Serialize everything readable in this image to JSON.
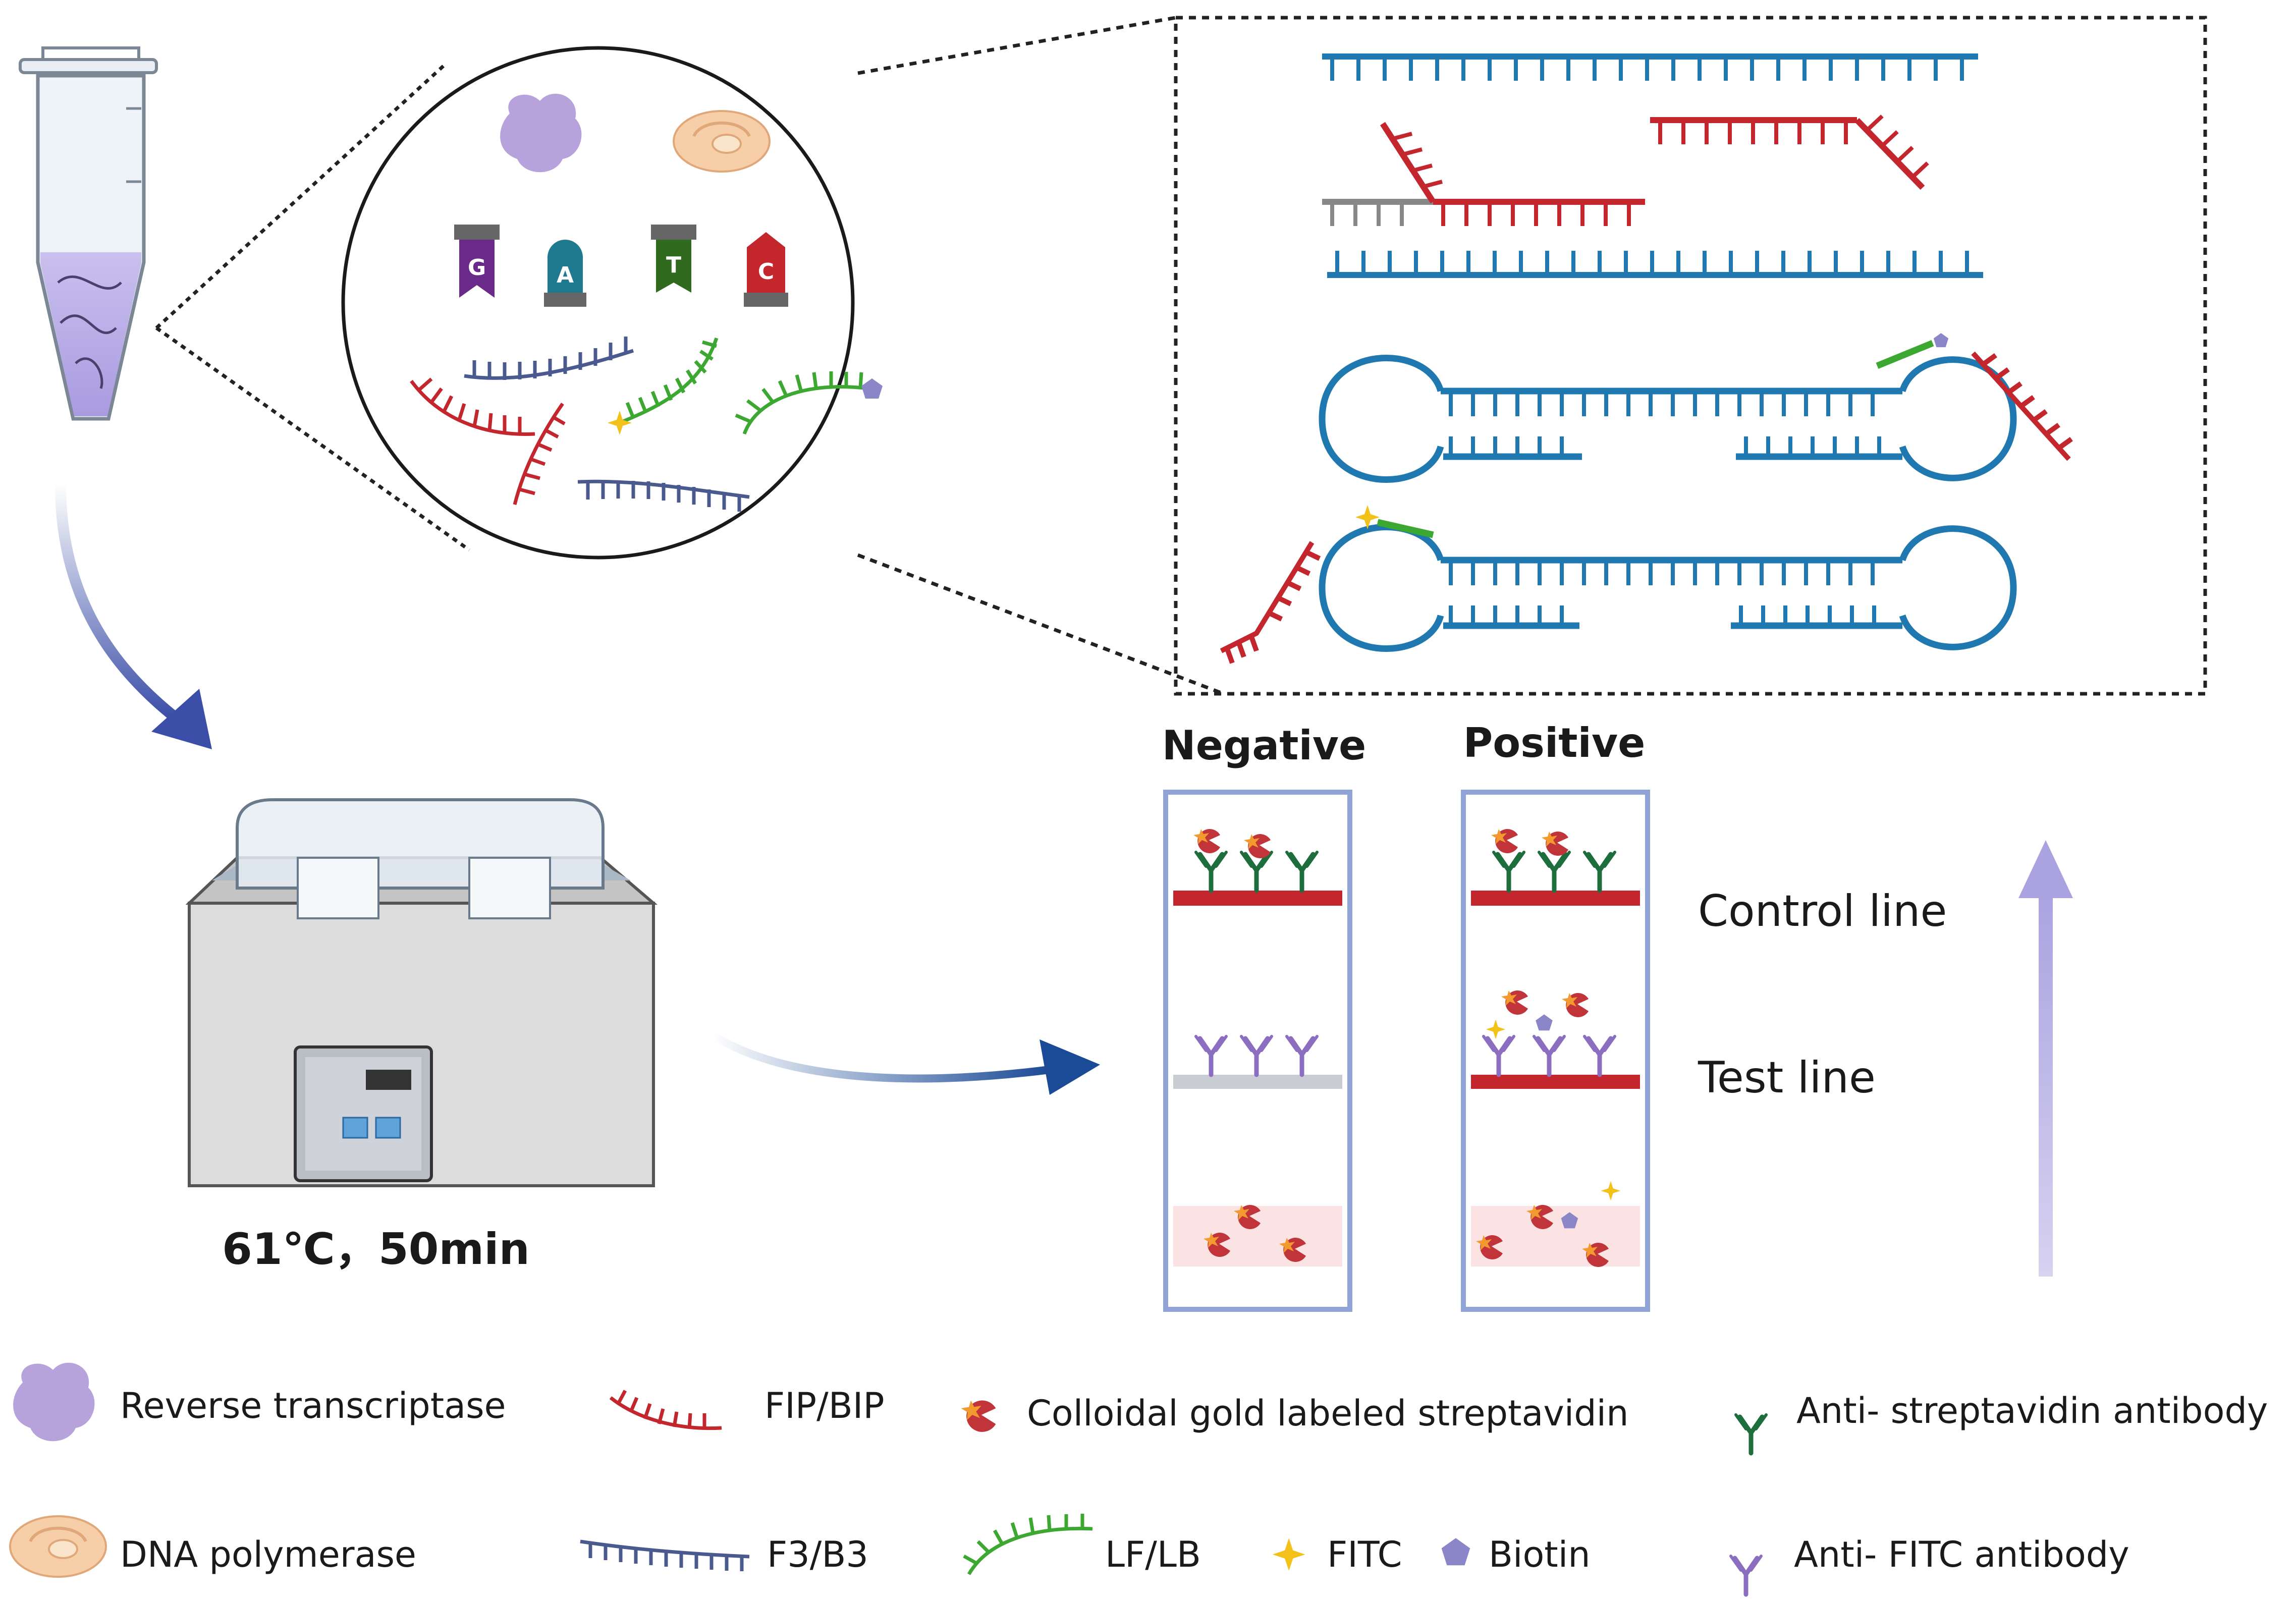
{
  "nucleotides": [
    "G",
    "A",
    "T",
    "C"
  ],
  "incubation": {
    "label": "61℃，50min"
  },
  "strips": {
    "negative_label": "Negative",
    "positive_label": "Positive"
  },
  "lines": {
    "control": "Control line",
    "test": "Test line"
  },
  "legend": {
    "reverse_transcriptase": "Reverse transcriptase",
    "fip_bip": "FIP/BIP",
    "colloidal_gold": "Colloidal gold labeled streptavidin",
    "anti_streptavidin": "Anti- streptavidin antibody",
    "dna_polymerase": "DNA polymerase",
    "f3_b3": "F3/B3",
    "lf_lb": "LF/LB",
    "fitc": "FITC",
    "biotin": "Biotin",
    "anti_fitc": "Anti- FITC antibody"
  },
  "colors": {
    "dna_blue": "#1f78b0",
    "primer_red": "#c4262e",
    "primer_navy": "#4a5a8e",
    "loop_green": "#3da831",
    "enzyme_purple": "#b7a2dc",
    "polymerase_peach": "#f6cfa8",
    "antibody_green": "#1d6e3c",
    "antibody_purple": "#8b6ec0",
    "strip_border": "#8fa3d6",
    "arrow_blue": "#2e4aa0",
    "fitc_yellow": "#f2c21b",
    "biotin_violet": "#8a86c7"
  }
}
